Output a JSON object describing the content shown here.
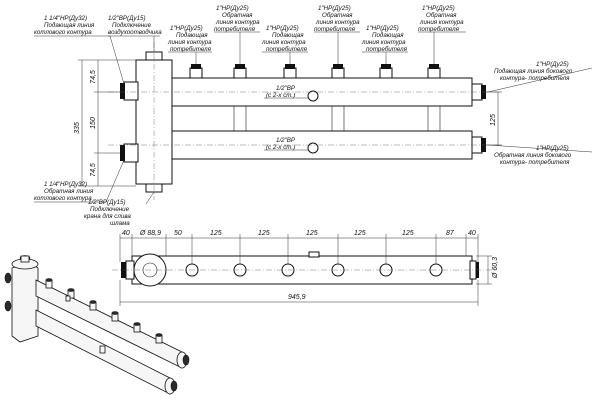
{
  "labels": {
    "boiler_supply": [
      "1 1/4\"НР(Дy32)",
      "Подающая линия",
      "котлового контура"
    ],
    "boiler_return": [
      "1 1/4\"НР(Дy32)",
      "Обратная линия",
      "котлового контура"
    ],
    "air_vent": [
      "1/2\"ВР(Дy15)",
      "Подключение",
      "воздухоотводчика"
    ],
    "drain": [
      "1/2\"ВР(Дy15)",
      "Подключение",
      "крана для слива",
      "шлама"
    ],
    "consumer_supply": [
      "1\"НР(Дy25)",
      "Подающая",
      "линия контура",
      "потребителя"
    ],
    "consumer_return": [
      "1\"НР(Дy25)",
      "Обратная",
      "линия контура",
      "потребителя"
    ],
    "side_supply": [
      "1\"НР(Дy25)",
      "Подающая линия бокового",
      "контура- потребителя"
    ],
    "side_return": [
      "1\"НР(Дy25)",
      "Обратная линия бокового",
      "контура- потребителя"
    ],
    "sensor_top": [
      "1/2\"ВР",
      "(с 2-х ст.)"
    ],
    "sensor_bottom": [
      "1/2\"ВР",
      "(с 2-х ст.)"
    ]
  },
  "dimensions": {
    "height_total": "335",
    "height_upper": "74,5",
    "height_mid": "150",
    "height_lower": "74,5",
    "side_spacing": "125",
    "top_row": [
      "40",
      "Ø 88,9",
      "50",
      "125",
      "125",
      "125",
      "125",
      "125",
      "87",
      "40"
    ],
    "overall_length": "945,9",
    "pipe_diameter": "Ø 60,3"
  }
}
